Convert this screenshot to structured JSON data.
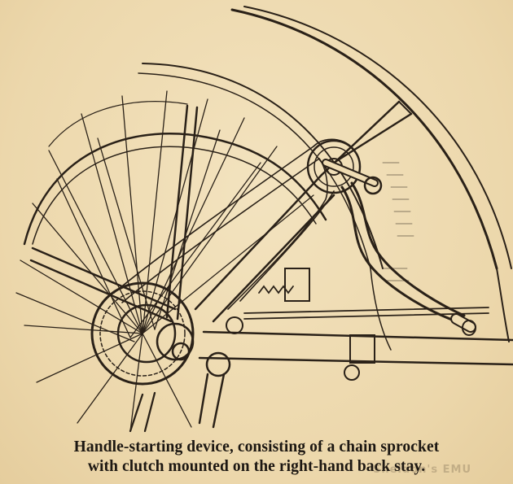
{
  "illustration": {
    "subject": "handle-starting-device-engraving",
    "ink_color": "#2a2118",
    "paper_color": "#efdcb3"
  },
  "caption": {
    "line1": "Handle-starting device, consisting of a chain sprocket",
    "line2": "with clutch mounted on the right-hand back stay."
  },
  "watermark": {
    "text": "Sheldon's EMU"
  }
}
